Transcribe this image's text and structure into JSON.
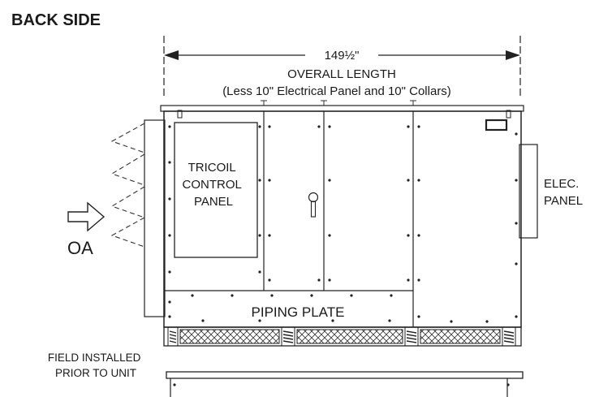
{
  "title": "BACK SIDE",
  "dimension": {
    "value": "149½\"",
    "label": "OVERALL LENGTH",
    "note": "(Less 10\" Electrical Panel and 10\" Collars)"
  },
  "labels": {
    "control_panel": [
      "TRICOIL",
      "CONTROL",
      "PANEL"
    ],
    "elec_panel": [
      "ELEC.",
      "PANEL"
    ],
    "outside_air": "OA",
    "piping_plate": "PIPING PLATE",
    "field_installed": [
      "FIELD INSTALLED",
      "PRIOR TO UNIT"
    ]
  }
}
